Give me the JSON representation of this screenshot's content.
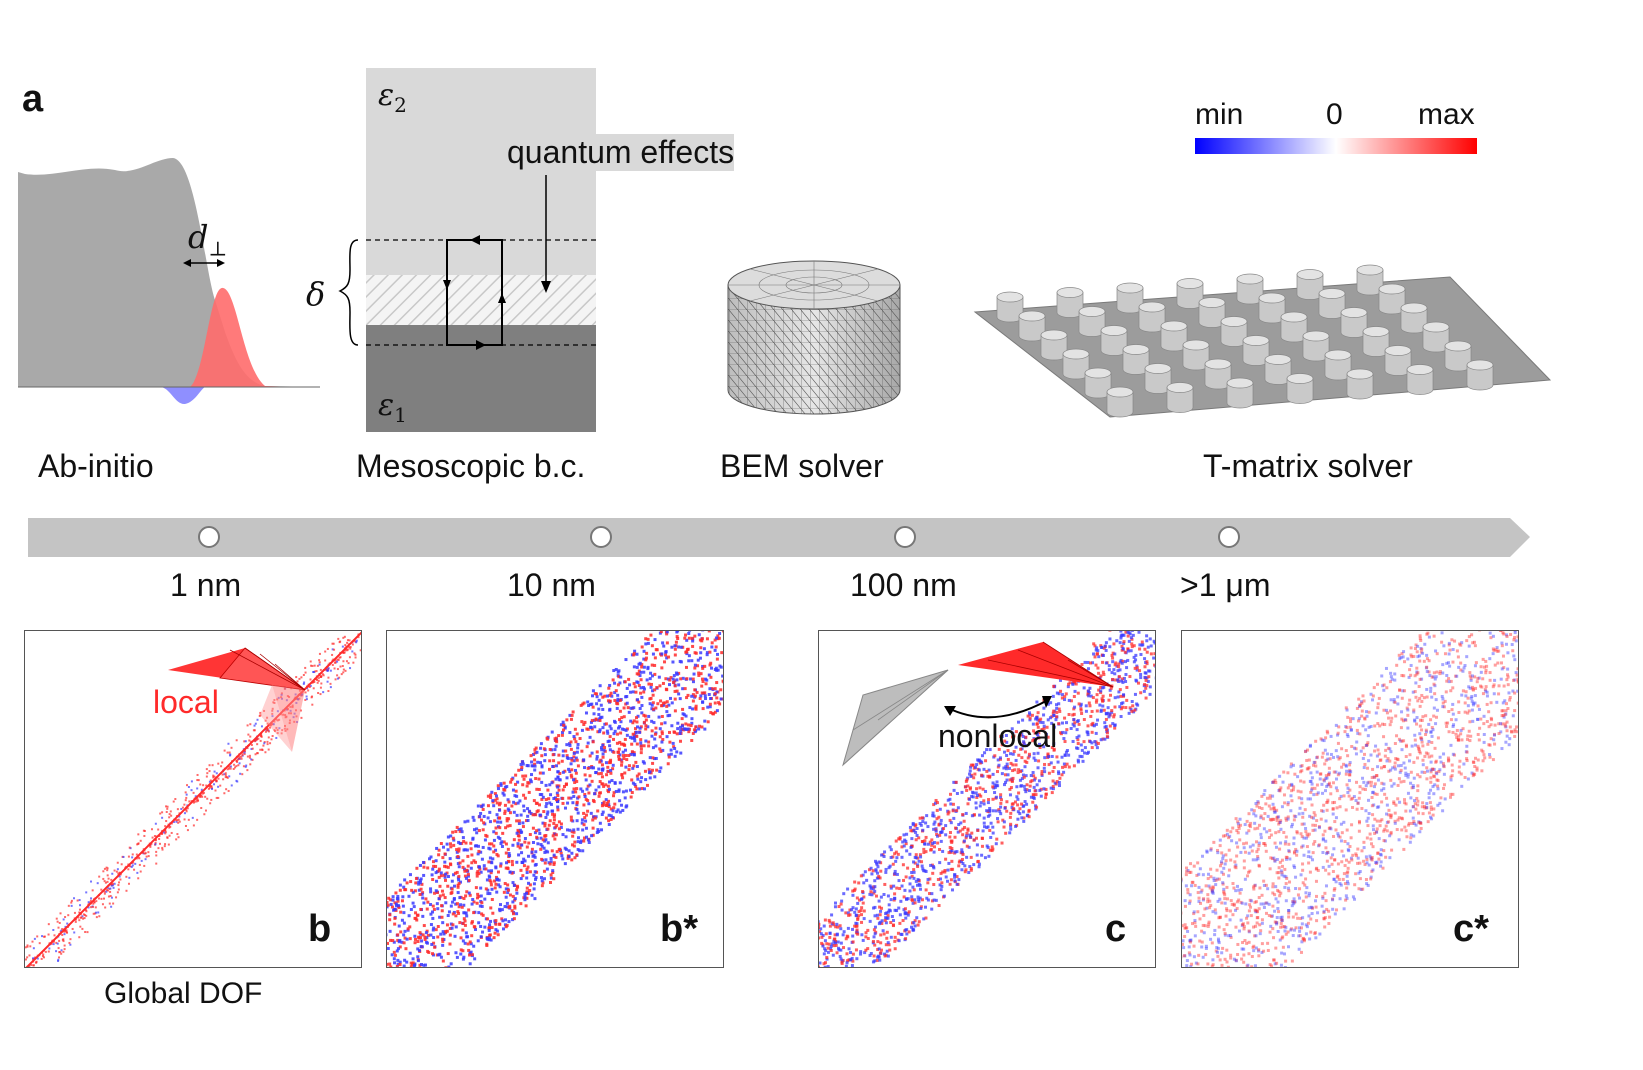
{
  "panel_a": {
    "letter": "a",
    "ab_initio": "Ab-initio",
    "d_perp": "d",
    "d_perp_sub": "⊥",
    "mesoscopic": "Mesoscopic b.c.",
    "eps2": "ε",
    "eps2_sub": "2",
    "eps1": "ε",
    "eps1_sub": "1",
    "delta": "δ",
    "quantum": "quantum effects",
    "bem": "BEM solver",
    "tmatrix": "T-matrix solver"
  },
  "colorbar": {
    "min": "min",
    "zero": "0",
    "max": "max",
    "min_color": "#0000ff",
    "mid_color": "#ffffff",
    "max_color": "#ff0000"
  },
  "scale": {
    "ticks": [
      "1 nm",
      "10 nm",
      "100 nm",
      ">1 μm"
    ]
  },
  "matrices": {
    "b": "b",
    "b_star": "b*",
    "c": "c",
    "c_star": "c*",
    "local": "local",
    "nonlocal": "nonlocal",
    "global_dof": "Global DOF"
  },
  "colors": {
    "red": "#ff2a2a",
    "blue": "#3a3aff",
    "grey_fill": "#b0b0b0",
    "arrow_bar": "#c4c4c4"
  }
}
